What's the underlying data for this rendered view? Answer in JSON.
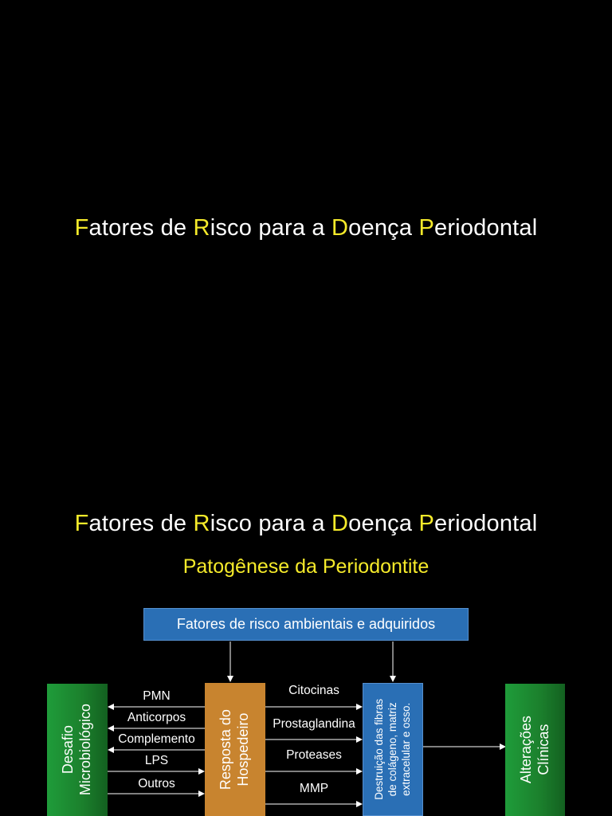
{
  "slide1": {
    "title": [
      {
        "hl": "F",
        "rest": "atores de "
      },
      {
        "hl": "R",
        "rest": "isco para a "
      },
      {
        "hl": "D",
        "rest": "oença "
      },
      {
        "hl": "P",
        "rest": "eriodontal"
      }
    ]
  },
  "slide2": {
    "title": [
      {
        "hl": "F",
        "rest": "atores de "
      },
      {
        "hl": "R",
        "rest": "isco para a "
      },
      {
        "hl": "D",
        "rest": "oença "
      },
      {
        "hl": "P",
        "rest": "eriodontal"
      }
    ],
    "subtitle": "Patogênese da Periodontite",
    "diagram": {
      "env_box": "Fatores de risco ambientais e adquiridos",
      "desafio": [
        "Desafio",
        "Microbiológico"
      ],
      "resposta": [
        "Resposta do",
        "Hospedeiro"
      ],
      "destruicao": [
        "Destruição das fibras",
        "de colágeno, matriz",
        "extracelular e osso."
      ],
      "alteracoes": [
        "Alterações",
        "Clínicas"
      ],
      "left_labels": [
        "PMN",
        "Anticorpos",
        "Complemento",
        "LPS",
        "Outros"
      ],
      "right_labels": [
        "Citocinas",
        "Prostaglandina",
        "Proteases",
        "MMP"
      ],
      "colors": {
        "highlight": "#f5ea2a",
        "blue_box": "#2a6fb5",
        "green_box": "#1b7f2c",
        "orange_box": "#c8842f"
      }
    }
  }
}
